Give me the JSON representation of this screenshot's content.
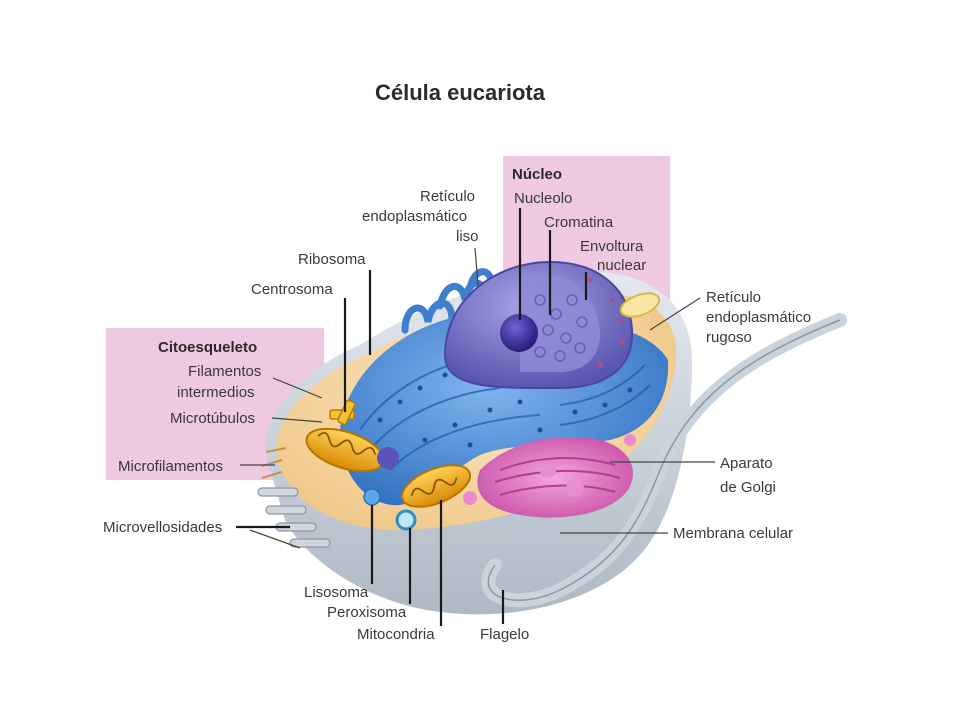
{
  "title": "Célula eucariota",
  "groups": {
    "nucleus": "Núcleo",
    "cytoskeleton": "Citoesqueleto"
  },
  "labels": {
    "nucleolus": "Nucleolo",
    "chromatin": "Cromatina",
    "nuclear_envelope_1": "Envoltura",
    "nuclear_envelope_2": "nuclear",
    "smooth_er_1": "Retículo",
    "smooth_er_2": "endoplasmático",
    "smooth_er_3": "liso",
    "ribosome": "Ribosoma",
    "centrosome": "Centrosoma",
    "intermediate_filaments_1": "Filamentos",
    "intermediate_filaments_2": "intermedios",
    "microtubules": "Microtúbulos",
    "microfilaments": "Microfilamentos",
    "microvilli": "Microvellosidades",
    "lysosome": "Lisosoma",
    "peroxisome": "Peroxisoma",
    "mitochondrion": "Mitocondria",
    "flagellum": "Flagelo",
    "cell_membrane": "Membrana celular",
    "golgi_1": "Aparato",
    "golgi_2": "de Golgi",
    "rough_er_1": "Retículo",
    "rough_er_2": "endoplasmático",
    "rough_er_3": "rugoso"
  },
  "colors": {
    "group_box": "#eec9e1",
    "cytoplasm": "#f6d9a6",
    "membrane": "#c9d3dc",
    "er": "#4f8fd8",
    "nucleus": "#7b78c8",
    "nucleolus": "#3a2f9c",
    "golgi": "#e27ac4",
    "mitochondria": "#f2b01e"
  }
}
